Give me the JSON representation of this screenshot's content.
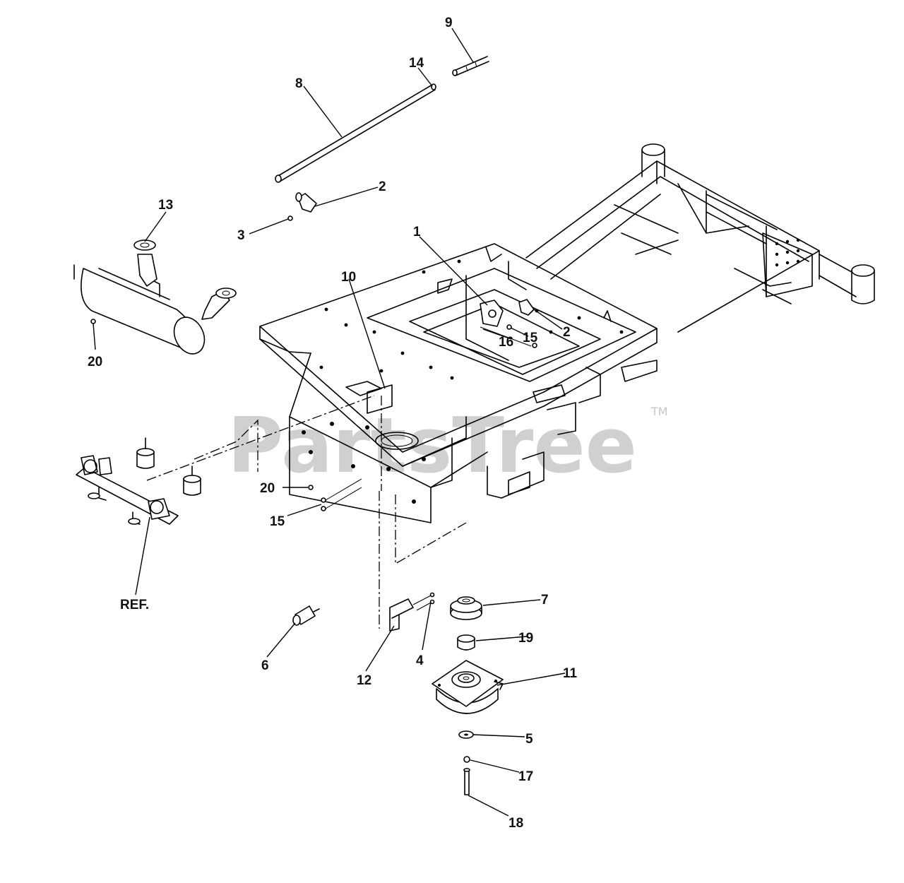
{
  "watermark": {
    "text": "PartsTree",
    "tm": "TM"
  },
  "callouts": [
    {
      "id": "c1",
      "label": "1"
    },
    {
      "id": "c2a",
      "label": "2"
    },
    {
      "id": "c2b",
      "label": "2"
    },
    {
      "id": "c3",
      "label": "3"
    },
    {
      "id": "c4",
      "label": "4"
    },
    {
      "id": "c5",
      "label": "5"
    },
    {
      "id": "c6",
      "label": "6"
    },
    {
      "id": "c7",
      "label": "7"
    },
    {
      "id": "c8",
      "label": "8"
    },
    {
      "id": "c9",
      "label": "9"
    },
    {
      "id": "c10",
      "label": "10"
    },
    {
      "id": "c11",
      "label": "11"
    },
    {
      "id": "c12",
      "label": "12"
    },
    {
      "id": "c13",
      "label": "13"
    },
    {
      "id": "c14",
      "label": "14"
    },
    {
      "id": "c15a",
      "label": "15"
    },
    {
      "id": "c15b",
      "label": "15"
    },
    {
      "id": "c16",
      "label": "16"
    },
    {
      "id": "c17",
      "label": "17"
    },
    {
      "id": "c18",
      "label": "18"
    },
    {
      "id": "c19",
      "label": "19"
    },
    {
      "id": "c20a",
      "label": "20"
    },
    {
      "id": "c20b",
      "label": "20"
    },
    {
      "id": "cref",
      "label": "REF."
    }
  ]
}
